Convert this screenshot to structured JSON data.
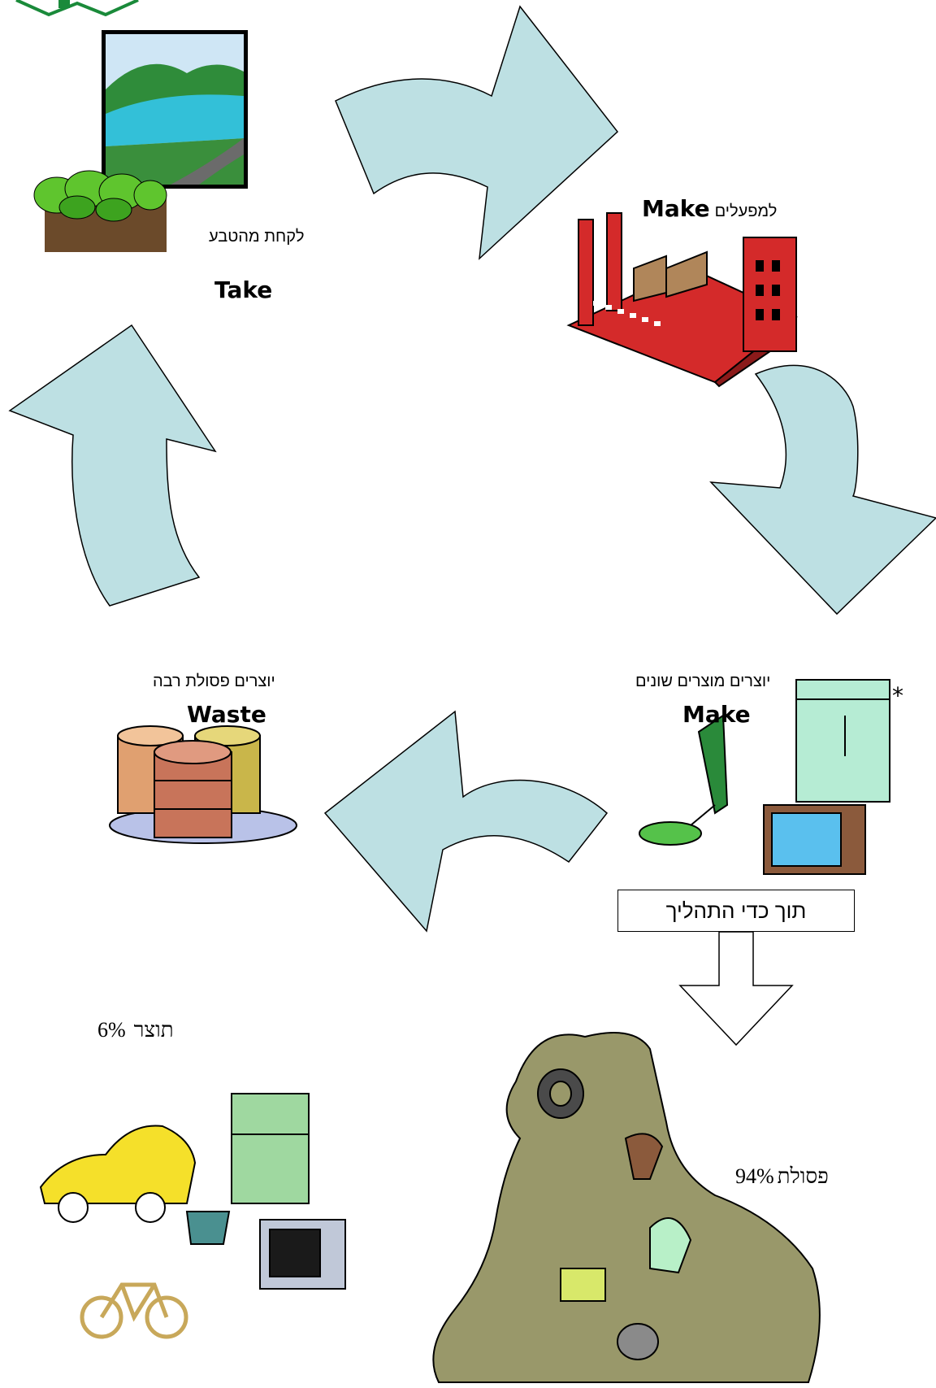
{
  "stages": {
    "take": {
      "hebrew": "לקחת מהטבע",
      "english": "Take"
    },
    "make_factory": {
      "hebrew": "למפעלים",
      "english": "Make"
    },
    "make_products": {
      "hebrew": "יוצרים מוצרים שונים",
      "english": "Make"
    },
    "waste": {
      "hebrew": "יוצרים פסולת רבה",
      "english": "Waste"
    }
  },
  "process_callout": "תוך כדי התהליך",
  "outcomes": {
    "product": {
      "label": "תוצר",
      "percent": "6%"
    },
    "waste": {
      "label": "פסולת",
      "percent": "94%"
    }
  },
  "colors": {
    "arrow_fill": "#bde0e3",
    "factory_red": "#d42a2a",
    "landfill": "#99986a"
  }
}
